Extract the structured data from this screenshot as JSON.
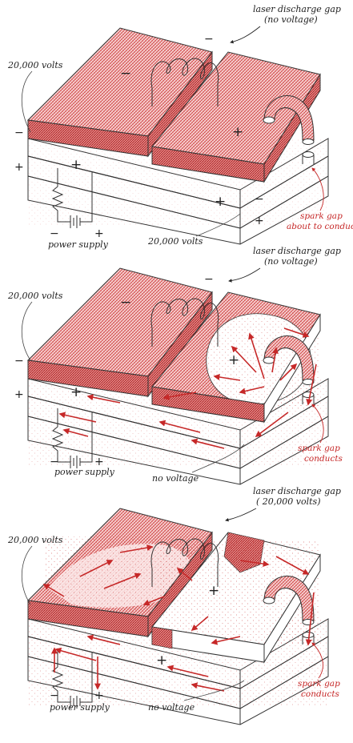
{
  "panels": [
    {
      "id": "panel-1",
      "labels": {
        "top_right": "laser discharge gap",
        "top_right_sub": "(no voltage)",
        "left": "20,000 volts",
        "bottom_left": "power supply",
        "bottom_mid": "20,000 volts",
        "spark": "spark gap",
        "spark_sub": "about to conduct"
      }
    },
    {
      "id": "panel-2",
      "labels": {
        "top_right": "laser discharge gap",
        "top_right_sub": "(no voltage)",
        "left": "20,000 volts",
        "bottom_left": "power supply",
        "bottom_mid": "no voltage",
        "spark": "spark gap",
        "spark_sub": "conducts"
      }
    },
    {
      "id": "panel-3",
      "labels": {
        "top_right": "laser discharge gap",
        "top_right_sub": "( 20,000 volts)",
        "left": "20,000 volts",
        "bottom_left": "power supply",
        "bottom_mid": "no voltage",
        "spark": "spark gap",
        "spark_sub": "conducts"
      }
    }
  ],
  "signs": {
    "minus": "−",
    "plus": "+"
  },
  "colors": {
    "charge_red": "#c62828",
    "plate_fill": "#f4c6c6",
    "ink": "#222222"
  }
}
